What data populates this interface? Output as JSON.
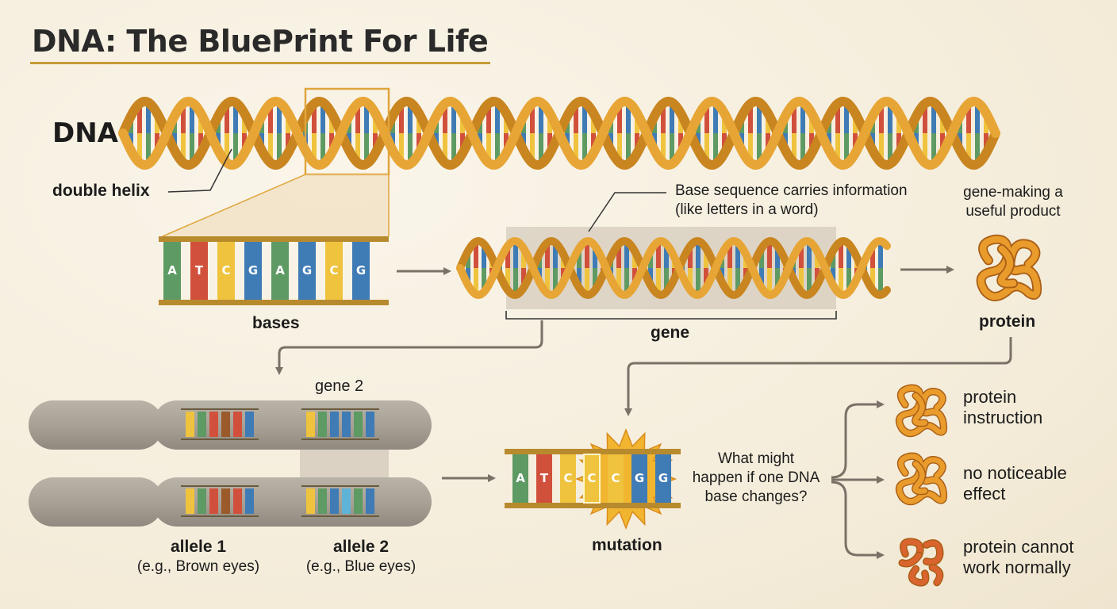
{
  "title": "DNA: The BluePrint For Life",
  "labels": {
    "dna": "DNA",
    "double_helix": "double helix",
    "bases": "bases",
    "gene": "gene",
    "base_sequence_line1": "Base sequence carries information",
    "base_sequence_line2": "(like letters in a word)",
    "gene_product_line1": "gene-making a",
    "gene_product_line2": "useful product",
    "protein": "protein",
    "gene2": "gene 2",
    "allele1": "allele 1",
    "allele1_example": "(e.g., Brown eyes)",
    "allele2": "allele 2",
    "allele2_example": "(e.g., Blue eyes)",
    "mutation": "mutation",
    "question_line1": "What might",
    "question_line2": "happen if one DNA",
    "question_line3": "base changes?",
    "outcome1_line1": "protein",
    "outcome1_line2": "instruction",
    "outcome2_line1": "no noticeable",
    "outcome2_line2": "effect",
    "outcome3_line1": "protein cannot",
    "outcome3_line2": "work normally"
  },
  "bases_sequence": [
    "A",
    "T",
    "C",
    "G",
    "A",
    "G",
    "C",
    "G"
  ],
  "mutation_sequence": [
    "A",
    "T",
    "C",
    "C",
    "C",
    "G",
    "G"
  ],
  "colors": {
    "helix_strand": "#e7a535",
    "helix_strand_dark": "#c98520",
    "base_green": "#5e9a63",
    "base_red": "#d1503c",
    "base_blue": "#3f7bb5",
    "base_yellow": "#efc33e",
    "arrow": "#7a7167",
    "chromosome": "#a6a096"
  }
}
